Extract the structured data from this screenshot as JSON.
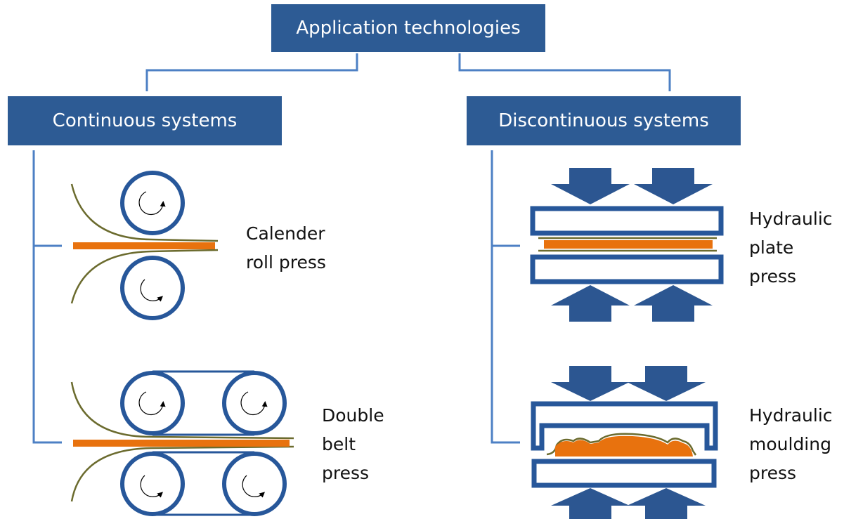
{
  "root": {
    "title": "Application technologies"
  },
  "continuous": {
    "title": "Continuous systems",
    "calender": {
      "lines": [
        "Calender",
        "roll press"
      ]
    },
    "double_belt": {
      "lines": [
        "Double",
        "belt",
        "press"
      ]
    }
  },
  "discontinuous": {
    "title": "Discontinuous systems",
    "plate_press": {
      "lines": [
        "Hydraulic",
        "plate",
        "press"
      ]
    },
    "moulding_press": {
      "lines": [
        "Hydraulic",
        "moulding",
        "press"
      ]
    }
  },
  "colors": {
    "box_fill": "#2d5b94",
    "connector": "#4d80c4",
    "roll_stroke": "#27579a",
    "arrow_fill": "#2c5691",
    "material": "#e8720e",
    "film": "#6b6b2e"
  }
}
